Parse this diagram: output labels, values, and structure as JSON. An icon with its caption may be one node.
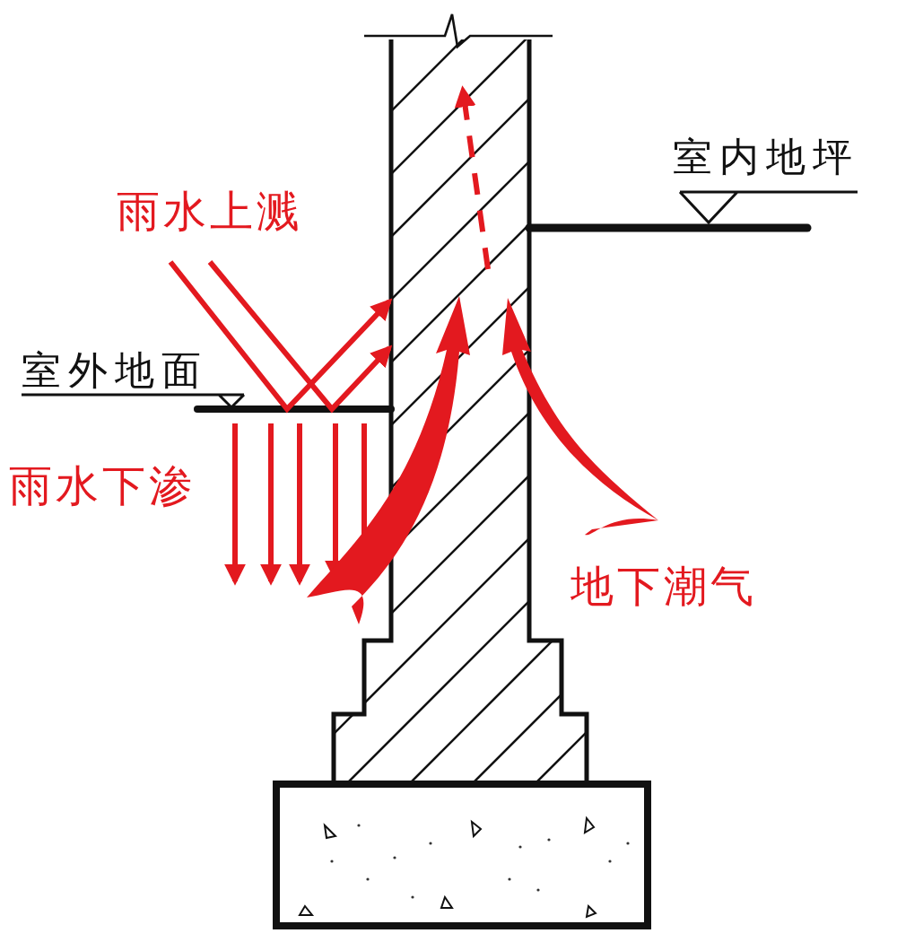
{
  "diagram": {
    "labels": [
      "室内地坪",
      "雨水上溅",
      "室外地面",
      "雨水下渗",
      "地下潮气"
    ]
  }
}
